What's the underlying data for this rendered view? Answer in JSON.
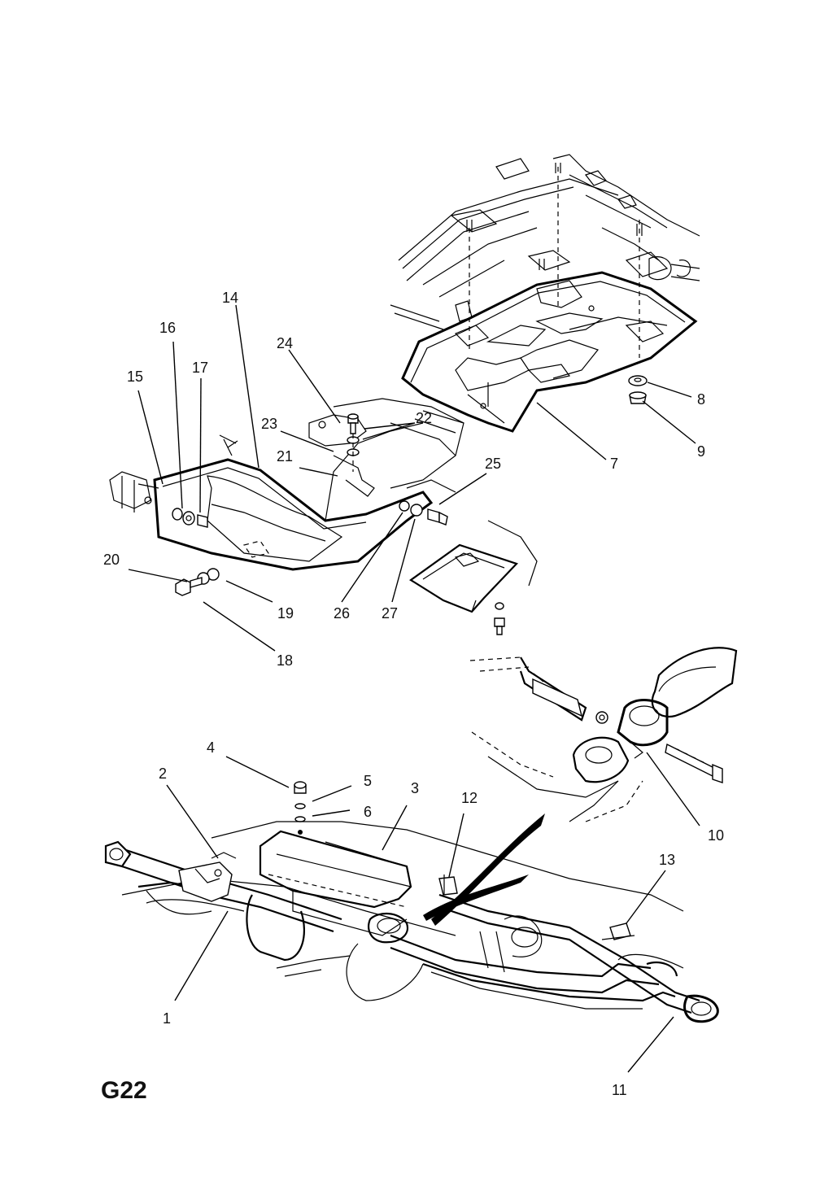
{
  "page_code": "G22",
  "callouts": {
    "c1": "1",
    "c2": "2",
    "c3": "3",
    "c4": "4",
    "c5": "5",
    "c6": "6",
    "c7": "7",
    "c8": "8",
    "c9": "9",
    "c10": "10",
    "c11": "11",
    "c12": "12",
    "c13": "13",
    "c14": "14",
    "c15": "15",
    "c16": "16",
    "c17": "17",
    "c18": "18",
    "c19": "19",
    "c20": "20",
    "c21": "21",
    "c22": "22",
    "c23": "23",
    "c24": "24",
    "c25": "25",
    "c26": "26",
    "c27": "27"
  }
}
